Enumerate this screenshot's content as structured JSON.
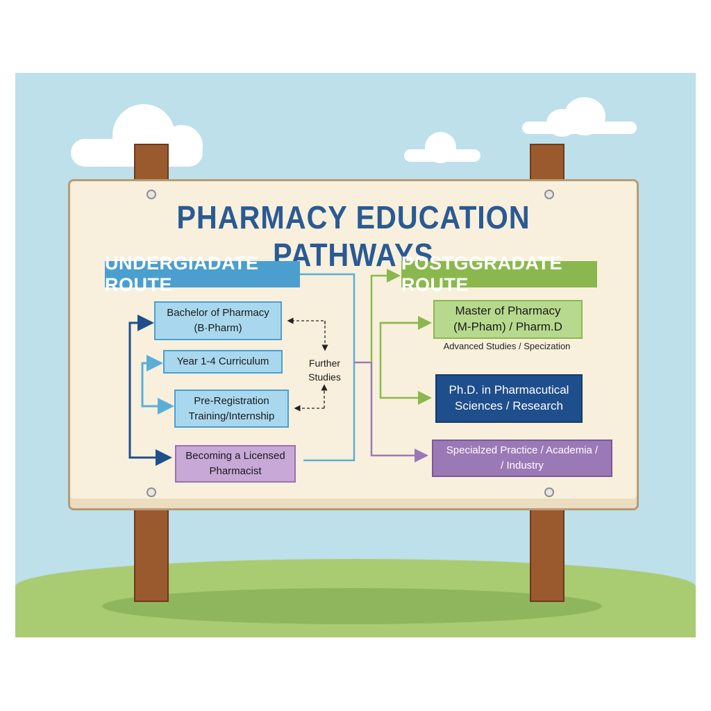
{
  "title": "PHARMACY EDUCATION PATHWAYS",
  "undergraduate": {
    "header": "UNDERGIADATE ROUTE",
    "steps": [
      {
        "line1": "Bachelor of Pharmacy",
        "line2": "(B·Pharm)"
      },
      {
        "line1": "Year 1-4 Curriculum"
      },
      {
        "line1": "Pre-Registration",
        "line2": "Training/Internship"
      },
      {
        "line1": "Becoming a Licensed",
        "line2": "Pharmacist"
      }
    ],
    "side_note": {
      "line1": "Further",
      "line2": "Studies"
    }
  },
  "postgraduate": {
    "header": "POSTGGRADATE ROUTE",
    "steps": [
      {
        "line1": "Master of Pharmacy",
        "line2": "(M-Pham) / Pharm.D",
        "caption": "Advanced Studies / Specization"
      },
      {
        "line1": "Ph.D. in Pharmacutical",
        "line2": "Sciences / Research"
      },
      {
        "line1": "Specialzed Practice / Academia /",
        "line2": "/ Industry"
      }
    ]
  },
  "colors": {
    "title": "#2a5a94",
    "undergrad": "#4a9fcf",
    "postgrad": "#8ab84e",
    "dark_blue": "#1f4e8c",
    "purple": "#9b79b6"
  }
}
